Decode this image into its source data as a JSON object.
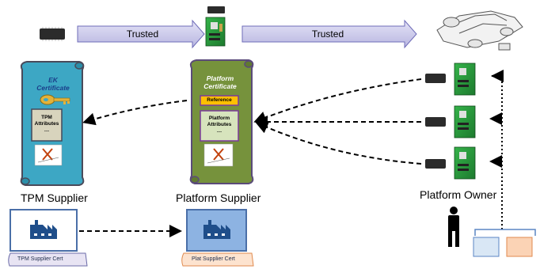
{
  "arrows": {
    "trusted_left": "Trusted",
    "trusted_right": "Trusted"
  },
  "ek_certificate": {
    "title_line1": "EK",
    "title_line2": "Certificate",
    "attributes_line1": "TPM",
    "attributes_line2": "Attributes",
    "attributes_line3": "…"
  },
  "platform_certificate": {
    "title_line1": "Platform",
    "title_line2": "Certificate",
    "reference": "Reference",
    "attributes_line1": "Platform",
    "attributes_line2": "Attributes",
    "attributes_line3": "…"
  },
  "labels": {
    "tpm_supplier": "TPM Supplier",
    "platform_supplier": "Platform Supplier",
    "platform_owner": "Platform Owner"
  },
  "certs": {
    "tpm_supplier_cert": "TPM Supplier Cert",
    "plat_supplier_cert": "Plat Supplier Cert"
  },
  "colors": {
    "ek_scroll": "#3da7c4",
    "platform_scroll": "#76923c",
    "reference_box": "#ffc000",
    "trusted_arrow": "#c9c8e8",
    "factory_box": "#8db3e2"
  }
}
